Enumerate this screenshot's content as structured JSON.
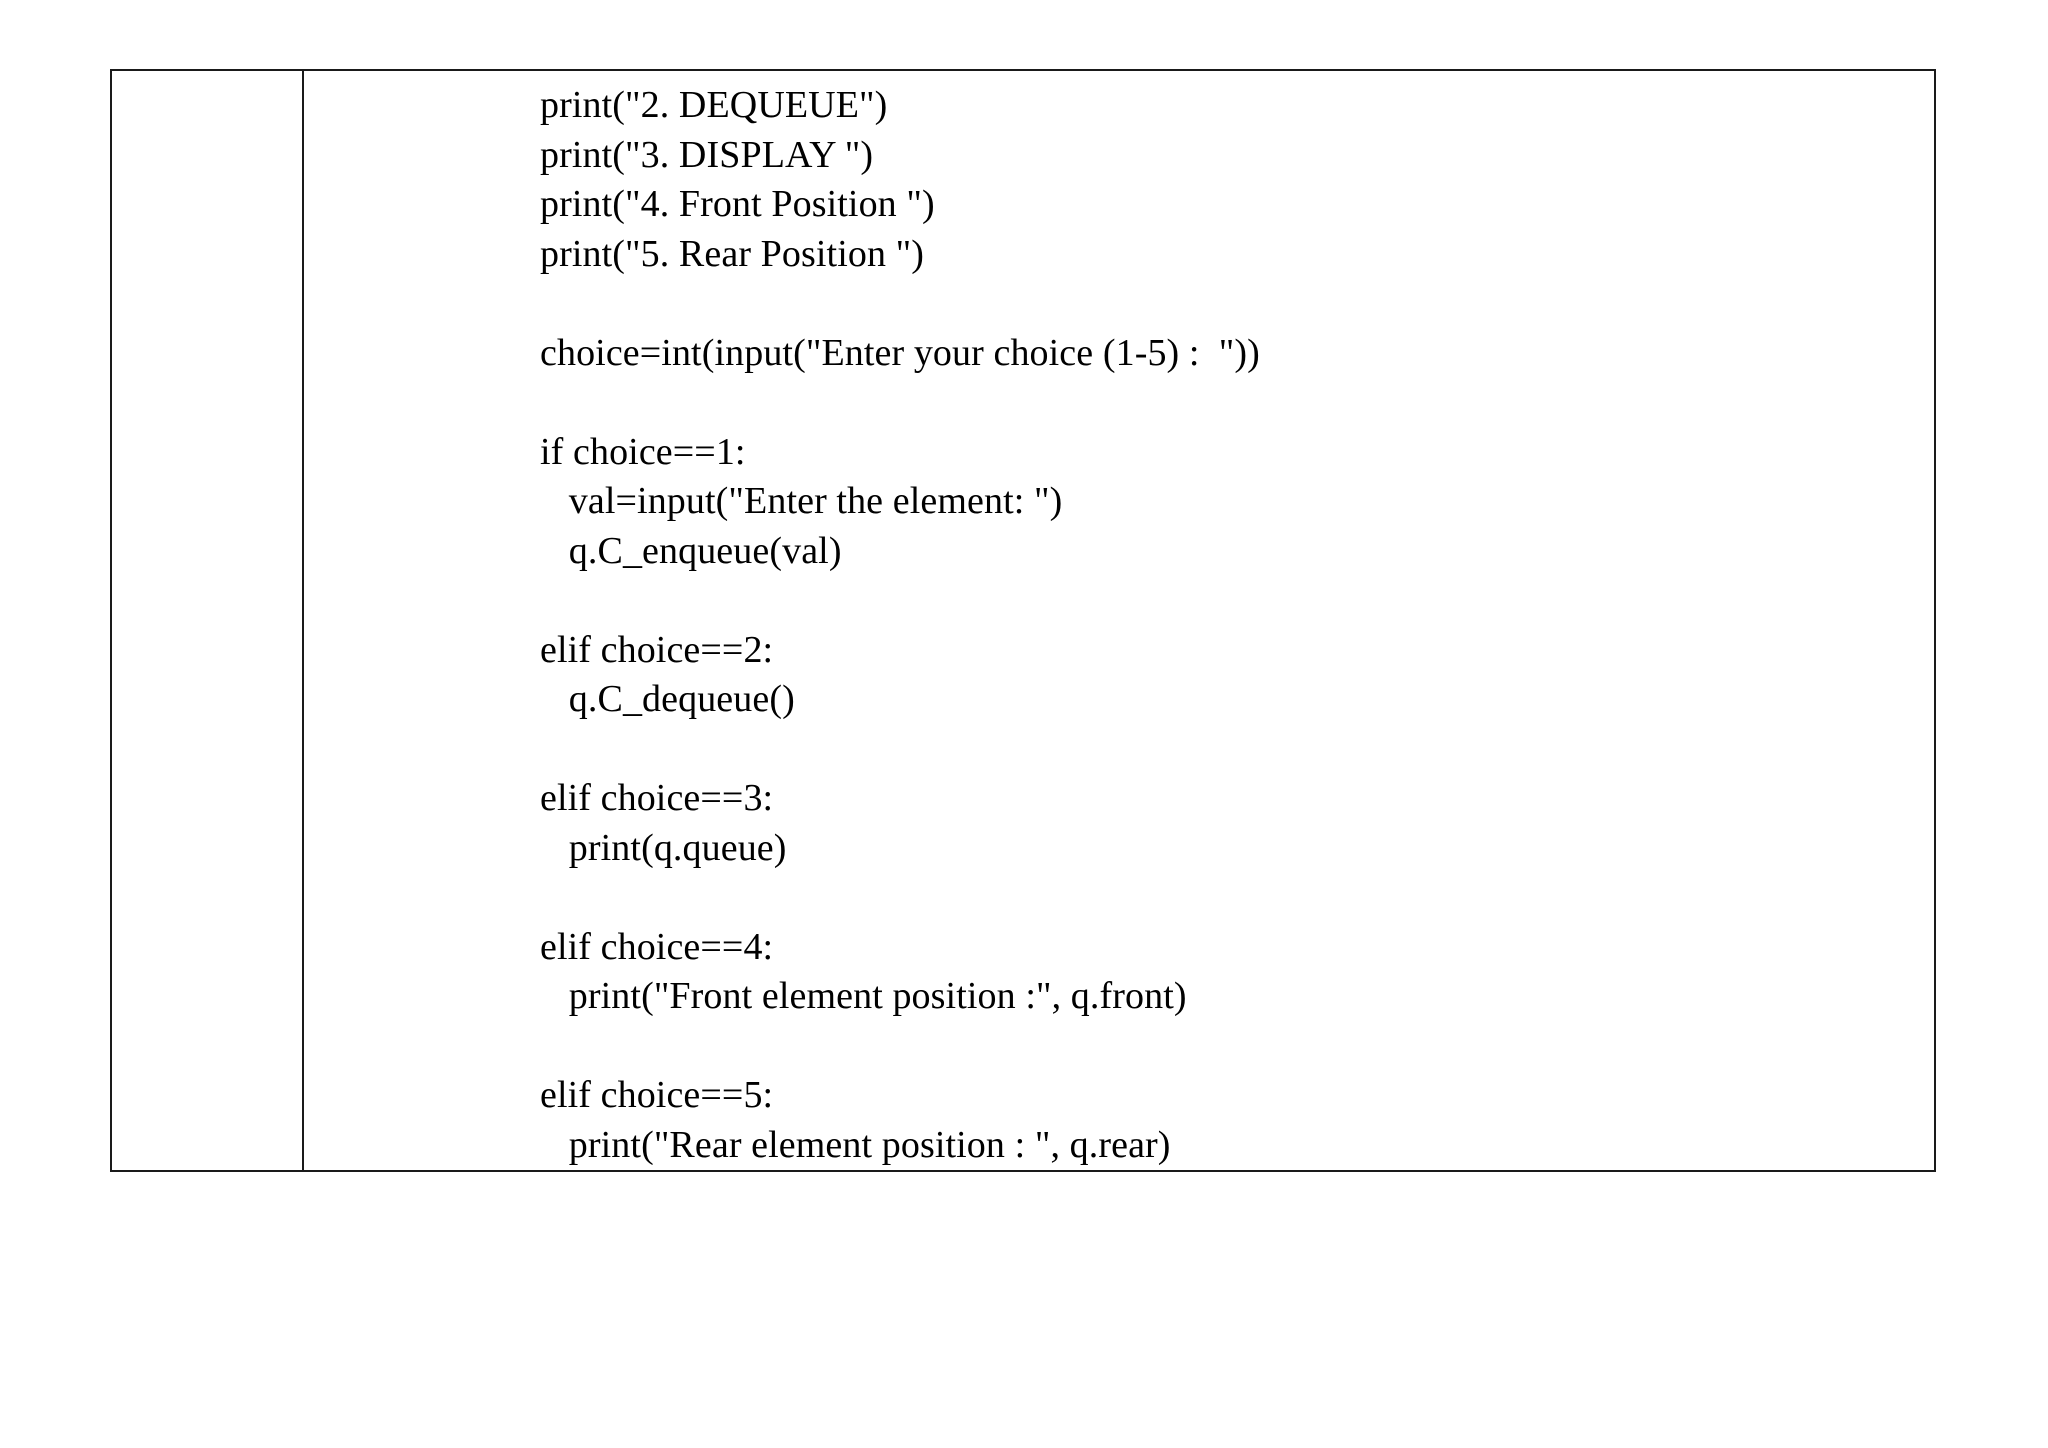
{
  "document": {
    "type": "code-listing-table",
    "language": "Python",
    "background_color": "#ffffff",
    "text_color": "#000000",
    "border_color": "#1a1a1a"
  },
  "table": {
    "left_cell": {
      "content": ""
    },
    "right_cell": {
      "label": "python-code-cell"
    }
  },
  "code": {
    "lines": [
      "print(\"2. DEQUEUE\")",
      "print(\"3. DISPLAY \")",
      "print(\"4. Front Position \")",
      "print(\"5. Rear Position \")",
      "",
      "choice=int(input(\"Enter your choice (1-5) :  \"))",
      "",
      "if choice==1:",
      "   val=input(\"Enter the element: \")",
      "   q.C_enqueue(val)",
      "",
      "elif choice==2:",
      "   q.C_dequeue()",
      "",
      "elif choice==3:",
      "   print(q.queue)",
      "",
      "elif choice==4:",
      "   print(\"Front element position :\", q.front)",
      "",
      "elif choice==5:",
      "   print(\"Rear element position : \", q.rear)"
    ]
  }
}
